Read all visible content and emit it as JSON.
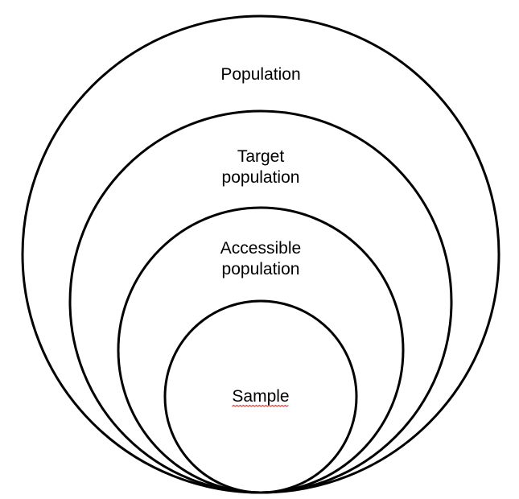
{
  "diagram": {
    "layers": [
      {
        "id": "population",
        "lines": [
          "Population"
        ]
      },
      {
        "id": "target-population",
        "lines": [
          "Target",
          "population"
        ]
      },
      {
        "id": "accessible-population",
        "lines": [
          "Accessible",
          "population"
        ]
      },
      {
        "id": "sample",
        "lines": [
          "Sample"
        ],
        "spellcheck_flag": true
      }
    ],
    "colors": {
      "stroke": "#000000",
      "text": "#000000",
      "background": "#ffffff",
      "spellcheck_underline": "#d42a2a"
    }
  }
}
